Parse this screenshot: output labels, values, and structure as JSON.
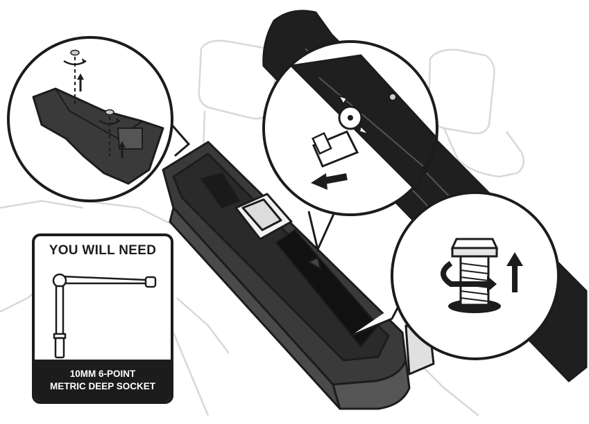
{
  "tools_needed": {
    "heading": "YOU WILL NEED",
    "tool_name_line1": "10MM 6-POINT",
    "tool_name_line2": "METRIC DEEP SOCKET"
  },
  "icons": {
    "detail_left": "bracket-removal-detail",
    "detail_center": "clamp-release-detail",
    "detail_right": "bolt-loosen-detail",
    "tool": "ratchet-with-extension-and-socket"
  },
  "colors": {
    "outline": "#1c1c1c",
    "background_seat": "#d8d8d8",
    "case_fill": "#3a3a3a",
    "bag_fill": "#1f1f1f"
  }
}
